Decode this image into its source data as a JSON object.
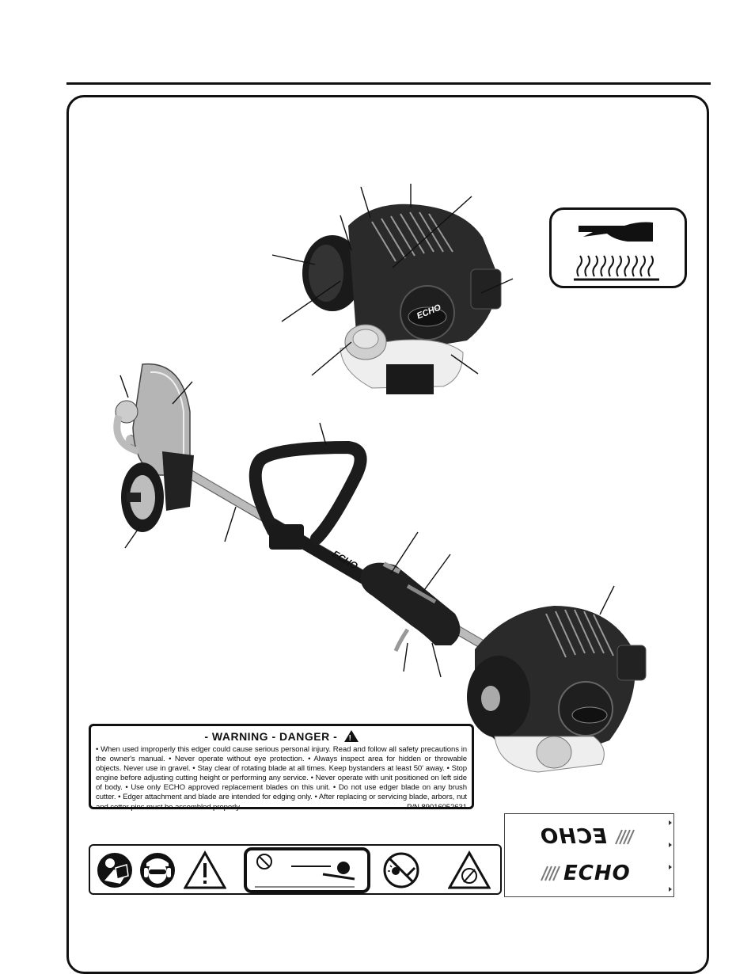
{
  "warning_label": {
    "title": "- WARNING - DANGER -",
    "body": "• When used improperly this edger could cause serious personal injury. Read and follow all safety precautions in the owner's manual. • Never operate without eye protection. • Always inspect area for hidden or throwable objects. Never use in gravel. • Stay clear of rotating blade at all times. Keep bystanders at least 50' away. • Stop engine before adjusting cutting height or performing any service. • Never operate with unit positioned on left side of body. • Use only ECHO approved replacement blades on this unit. • Do not use edger blade on any brush cutter. • Edger attachment and blade are intended for edging only. • After replacing or servicing blade, arbors, nut and cotter pins must be assembled properly.",
    "part_number": "P/N 89016052631"
  },
  "logo_label": {
    "brand": "ECHO"
  },
  "engine_closeup": {
    "brand": "ECHO"
  },
  "shaft": {
    "brand": "ECHO"
  },
  "icons": {
    "hot_surface": "hot-surface-icon",
    "read_manual": "read-manual-icon",
    "eye_ear_protection": "eye-ear-protection-icon",
    "general_warning": "warning-triangle-icon",
    "bystander_distance": "bystander-distance-icon",
    "thrown_objects": "thrown-objects-icon",
    "blade_hazard": "blade-hazard-icon"
  },
  "colors": {
    "ink": "#111111",
    "gray": "#8a8a8a",
    "light_gray": "#cfcfcf",
    "tank": "#eeeeee"
  }
}
